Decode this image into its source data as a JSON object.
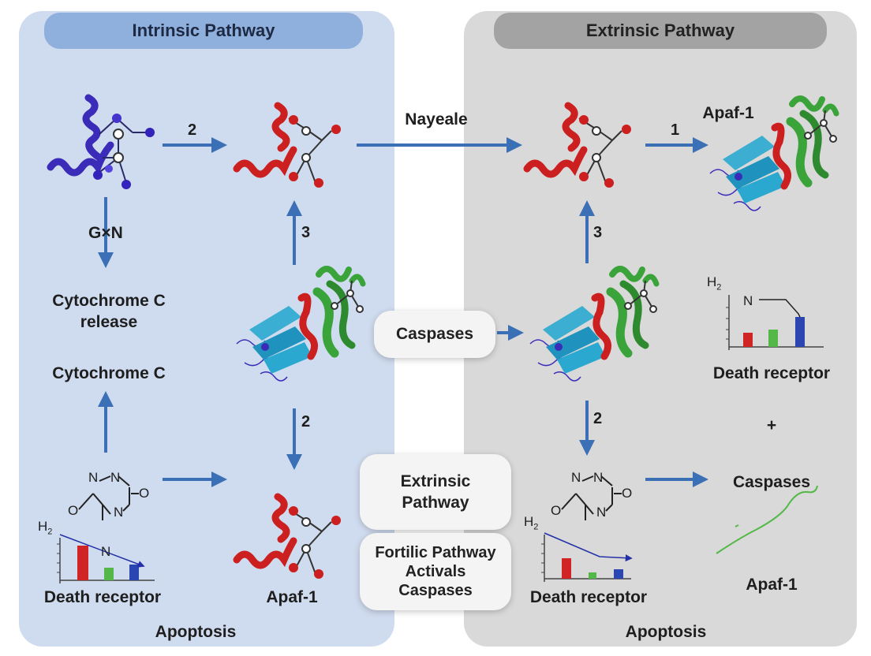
{
  "headers": {
    "left": "Intrinsic Pathway",
    "right": "Extrinsic Pathway"
  },
  "labels": {
    "gxn": "G×N",
    "cyto_release_1": "Cytochrome C",
    "cyto_release_2": "release",
    "cyto_c": "Cytochrome C",
    "death_receptor_left": "Death receptor",
    "apaf_left": "Apaf-1",
    "apoptosis_left": "Apoptosis",
    "nayeale": "Nayeale",
    "apaf_top_right": "Apaf-1",
    "death_receptor_chart_right": "Death receptor",
    "plus": "+",
    "caspases_right": "Caspases",
    "apaf_bottom_right": "Apaf-1",
    "death_receptor_bottom_right": "Death receptor",
    "apoptosis_right": "Apoptosis"
  },
  "numbers": {
    "n2_top_left": "2",
    "n3_left": "3",
    "n2_mid_left": "2",
    "n1_right": "1",
    "n3_right": "3",
    "n2_right": "2"
  },
  "boxes": {
    "caspases": "Caspases",
    "extrinsic_1": "Extrinsic",
    "extrinsic_2": "Pathway",
    "fortilic_1": "Fortilic Pathway",
    "fortilic_2": "Activals",
    "fortilic_3": "Caspases"
  },
  "chem": {
    "n": "N",
    "o": "O",
    "h": "H",
    "h_sub": "2"
  },
  "colors": {
    "arrow": "#3b6fb6",
    "helix_red": "#cc1f1f",
    "helix_blue": "#3a2bb8",
    "sheet_cyan": "#2aa8cf",
    "sheet_green": "#3aa33a",
    "bar_red": "#d12525",
    "bar_green": "#53b848",
    "bar_blue": "#2b46b0"
  },
  "chart_data": [
    {
      "type": "bar",
      "name": "mini-chart-left",
      "values": [
        3,
        1,
        1.2
      ],
      "colors": [
        "#d12525",
        "#53b848",
        "#2b46b0"
      ]
    },
    {
      "type": "bar",
      "name": "mini-chart-top-right",
      "values": [
        1.4,
        1.6,
        2.9
      ],
      "colors": [
        "#d12525",
        "#53b848",
        "#2b46b0"
      ]
    },
    {
      "type": "bar",
      "name": "mini-chart-bottom-right",
      "values": [
        2.6,
        0.8,
        1.2
      ],
      "colors": [
        "#d12525",
        "#53b848",
        "#2b46b0"
      ]
    }
  ]
}
